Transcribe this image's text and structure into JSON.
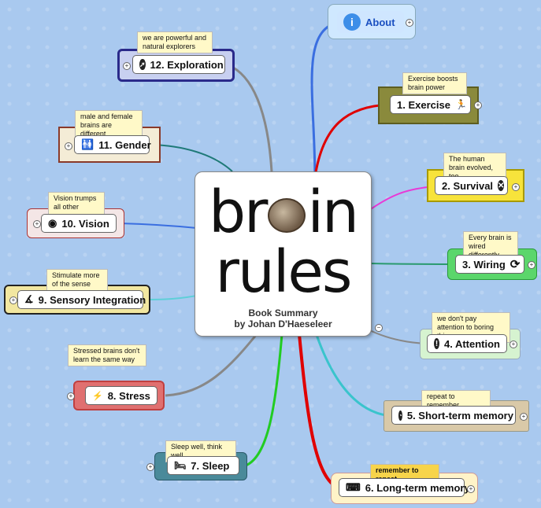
{
  "center": {
    "title_line1_a": "br",
    "title_line1_b": "in",
    "title_line2": "rules",
    "subtitle1": "Book Summary",
    "subtitle2": "by Johan D'Haeseleer"
  },
  "nodes": {
    "about": {
      "label": "About",
      "icon": "info-icon"
    },
    "exercise": {
      "label": "1. Exercise",
      "note": "Exercise boosts brain power",
      "icon": "runner-icon"
    },
    "survival": {
      "label": "2. Survival",
      "note": "The human brain evolved, too",
      "icon": "close-circle-icon"
    },
    "wiring": {
      "label": "3. Wiring",
      "note": "Every brain is wired differently",
      "icon": "refresh-icon"
    },
    "attention": {
      "label": "4. Attention",
      "note": "we don't pay attention to boring things",
      "icon": "exclamation-icon"
    },
    "short_term": {
      "label": "5. Short-term memory",
      "note": "repeat to remember",
      "icon": "clock-icon"
    },
    "long_term": {
      "label": "6. Long-term memory",
      "note": "remember to repeat",
      "icon": "keyboard-icon"
    },
    "sleep": {
      "label": "7. Sleep",
      "note": "Sleep well, think well",
      "icon": "bed-icon"
    },
    "stress": {
      "label": "8. Stress",
      "note": "Stressed brains don't learn the same way",
      "icon": "stress-icon"
    },
    "sensory": {
      "label": "9. Sensory Integration",
      "note": "Stimulate more of the sense",
      "icon": "senses-icon"
    },
    "vision": {
      "label": "10. Vision",
      "note": "Vision trumps all other senses",
      "icon": "eye-icon"
    },
    "gender": {
      "label": "11. Gender",
      "note": "male and female brains are different",
      "icon": "gender-icon"
    },
    "exploration": {
      "label": "12. Exploration",
      "note": "we are powerful and natural explorers",
      "icon": "compass-icon"
    }
  },
  "colors": {
    "background": "#a9c9ef",
    "exercise": "#e00000",
    "survival": "#e83ad6",
    "wiring": "#2a9a6e",
    "attention": "#888888",
    "short_term": "#3ac4cc",
    "long_term": "#e00000",
    "sleep": "#22cc22",
    "stress": "#888888",
    "sensory": "#5fcfd8",
    "vision": "#3a6ee0",
    "gender": "#1f7a78",
    "exploration": "#888888",
    "about": "#3a6ee0"
  }
}
